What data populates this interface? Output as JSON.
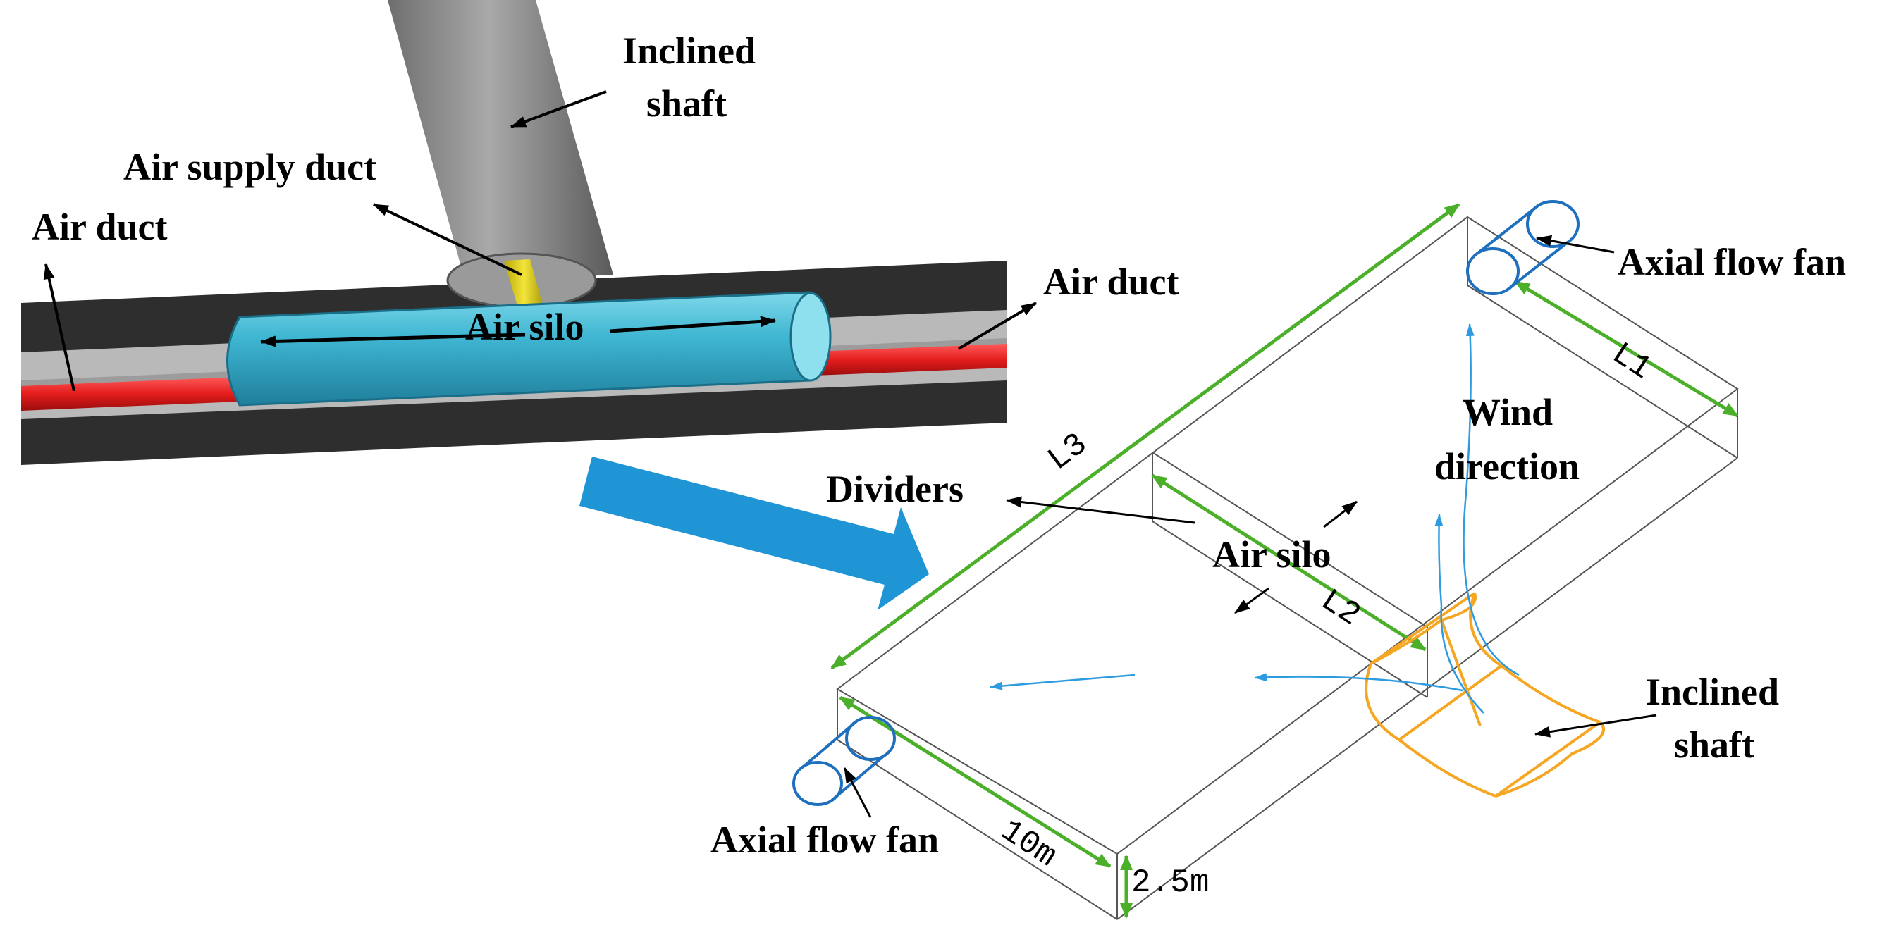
{
  "labels": {
    "inclined_shaft_top_line1": "Inclined",
    "inclined_shaft_top_line2": "shaft",
    "air_supply_duct": "Air supply duct",
    "air_duct_left": "Air duct",
    "air_duct_right": "Air duct",
    "air_silo_top": "Air silo",
    "axial_fan_top": "Axial flow fan",
    "wind_direction_line1": "Wind",
    "wind_direction_line2": "direction",
    "dividers": "Dividers",
    "air_silo_bottom": "Air silo",
    "inclined_shaft_bottom_line1": "Inclined",
    "inclined_shaft_bottom_line2": "shaft",
    "axial_fan_bottom": "Axial flow fan"
  },
  "dimensions": {
    "l1": "L1",
    "l2": "L2",
    "l3": "L3",
    "width": "10m",
    "height": "2.5m"
  },
  "colors": {
    "tunnel_dark": "#2e2e2e",
    "tunnel_light": "#b9b9b9",
    "shaft_gray": "#8f8f8f",
    "silo_cyan": "#3fb6d2",
    "duct_red": "#e41c1c",
    "supply_yellow": "#e6d21a",
    "big_arrow_blue": "#1f95d6",
    "fan_blue": "#1f6fbf",
    "shaft_orange": "#f5a623",
    "dim_green": "#4caf2a",
    "flow_blue": "#2d9be0"
  }
}
